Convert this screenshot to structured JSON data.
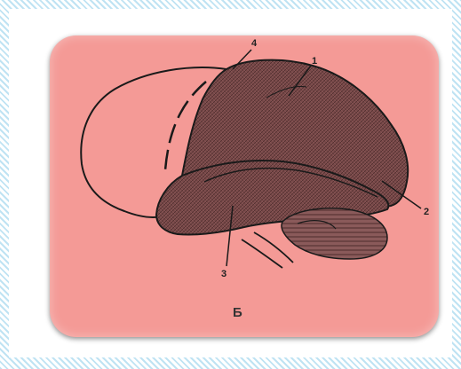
{
  "labels": {
    "one": "1",
    "two": "2",
    "three": "3",
    "four": "4"
  },
  "caption": "Б",
  "colors": {
    "card": "#f49a96",
    "shaded_region": "#7a4a4a",
    "outline": "#1a1a1a",
    "frame_pattern": "#bfe3f3"
  }
}
